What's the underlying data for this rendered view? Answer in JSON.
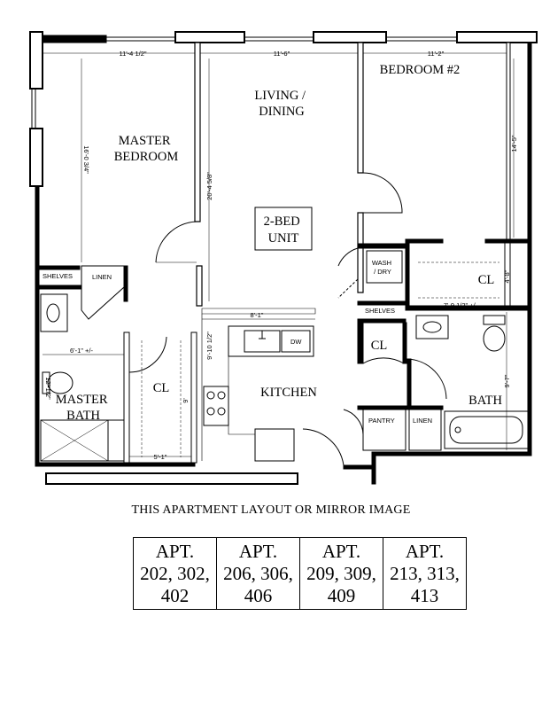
{
  "rooms": {
    "master_bedroom": [
      "MASTER",
      "BEDROOM"
    ],
    "living_dining": [
      "LIVING /",
      "DINING"
    ],
    "bedroom2": "BEDROOM #2",
    "unit_label": [
      "2-BED",
      "UNIT"
    ],
    "closet": "CL",
    "kitchen": "KITCHEN",
    "master_bath": [
      "MASTER",
      "BATH"
    ],
    "bath": "BATH"
  },
  "fixtures": {
    "shelves": "SHELVES",
    "linen": "LINEN",
    "wash_dry": [
      "WASH",
      "/ DRY"
    ],
    "dw": "DW",
    "pantry": "PANTRY"
  },
  "dimensions": {
    "master_width": "11'-4 1/2\"",
    "living_width": "11'-6\"",
    "bed2_width": "11'-2\"",
    "master_depth": "16'-0 3/4\"",
    "living_depth": "20'-4 5/8\"",
    "bed2_depth": "14'-5\"",
    "kitchen_width": "8'-1\"",
    "kitchen_depth": "9'-10 1/2\"",
    "mbath_width": "6'-1\" +/-",
    "mbath_depth": "12'-1/2\"",
    "closet_depth": "9'",
    "closet_width": "5'-1\"",
    "bed2_closet_width": "7'-9 1/2\" +/-",
    "bed2_closet_depth": "4'-8\"",
    "bath_depth": "9'-7\""
  },
  "caption": "THIS APARTMENT LAYOUT OR MIRROR IMAGE",
  "apartments": [
    {
      "head": "APT.",
      "nums": [
        "202, 302,",
        "402"
      ]
    },
    {
      "head": "APT.",
      "nums": [
        "206, 306,",
        "406"
      ]
    },
    {
      "head": "APT.",
      "nums": [
        "209, 309,",
        "409"
      ]
    },
    {
      "head": "APT.",
      "nums": [
        "213, 313,",
        "413"
      ]
    }
  ]
}
